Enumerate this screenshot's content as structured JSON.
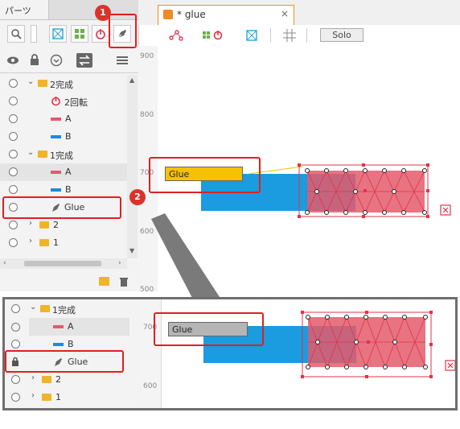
{
  "panel": {
    "tab_label": "パーツ",
    "layers": [
      {
        "label": "2完成",
        "kind": "folder-open"
      },
      {
        "label": "2回転",
        "kind": "rotation"
      },
      {
        "label": "A",
        "kind": "red"
      },
      {
        "label": "B",
        "kind": "blue"
      },
      {
        "label": "1完成",
        "kind": "folder-open"
      },
      {
        "label": "A",
        "kind": "red"
      },
      {
        "label": "B",
        "kind": "blue"
      },
      {
        "label": "Glue",
        "kind": "glue"
      },
      {
        "label": "2",
        "kind": "folder"
      },
      {
        "label": "1",
        "kind": "folder"
      }
    ]
  },
  "bottom_layers": [
    {
      "label": "1完成"
    },
    {
      "label": "A"
    },
    {
      "label": "B"
    },
    {
      "label": "Glue"
    },
    {
      "label": "2"
    },
    {
      "label": "1"
    }
  ],
  "document": {
    "tab_title": "* glue",
    "close_glyph": "×",
    "solo_label": "Solo"
  },
  "ruler": {
    "ticks_top": [
      "900",
      "800",
      "700",
      "600",
      "500"
    ],
    "ticks_bottom": [
      "700",
      "600"
    ]
  },
  "glue_top": {
    "label": "Glue"
  },
  "glue_bottom": {
    "label": "Glue"
  },
  "badges": {
    "one": "1",
    "two": "2"
  },
  "colors": {
    "accent": "#f08a24",
    "callout": "#e02020",
    "glue_on": "#f5c100",
    "glue_off": "#b5b5b5",
    "blue_part": "#1b9be0",
    "red_part": "#e45b6b"
  }
}
